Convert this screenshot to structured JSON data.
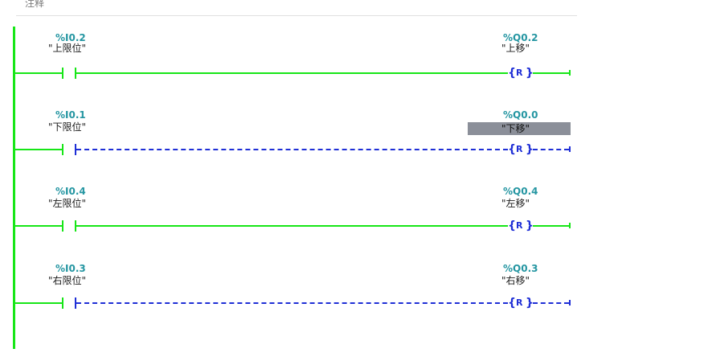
{
  "header": {
    "comment_label": "注释"
  },
  "colors": {
    "power_flow": "#17e617",
    "no_power_flow": "#1f2fd6",
    "address": "#2596a2",
    "selection": "#8b8f99"
  },
  "rungs": [
    {
      "contact": {
        "address": "%I0.2",
        "tag": "\"上限位\"",
        "energized": true
      },
      "coil": {
        "address": "%Q0.2",
        "tag": "\"上移\"",
        "type": "R",
        "energized": true,
        "selected": false
      }
    },
    {
      "contact": {
        "address": "%I0.1",
        "tag": "\"下限位\"",
        "energized": false
      },
      "coil": {
        "address": "%Q0.0",
        "tag": "\"下移\"",
        "type": "R",
        "energized": false,
        "selected": true
      }
    },
    {
      "contact": {
        "address": "%I0.4",
        "tag": "\"左限位\"",
        "energized": true
      },
      "coil": {
        "address": "%Q0.4",
        "tag": "\"左移\"",
        "type": "R",
        "energized": true,
        "selected": false
      }
    },
    {
      "contact": {
        "address": "%I0.3",
        "tag": "\"右限位\"",
        "energized": false
      },
      "coil": {
        "address": "%Q0.3",
        "tag": "\"右移\"",
        "type": "R",
        "energized": false,
        "selected": false
      }
    }
  ]
}
